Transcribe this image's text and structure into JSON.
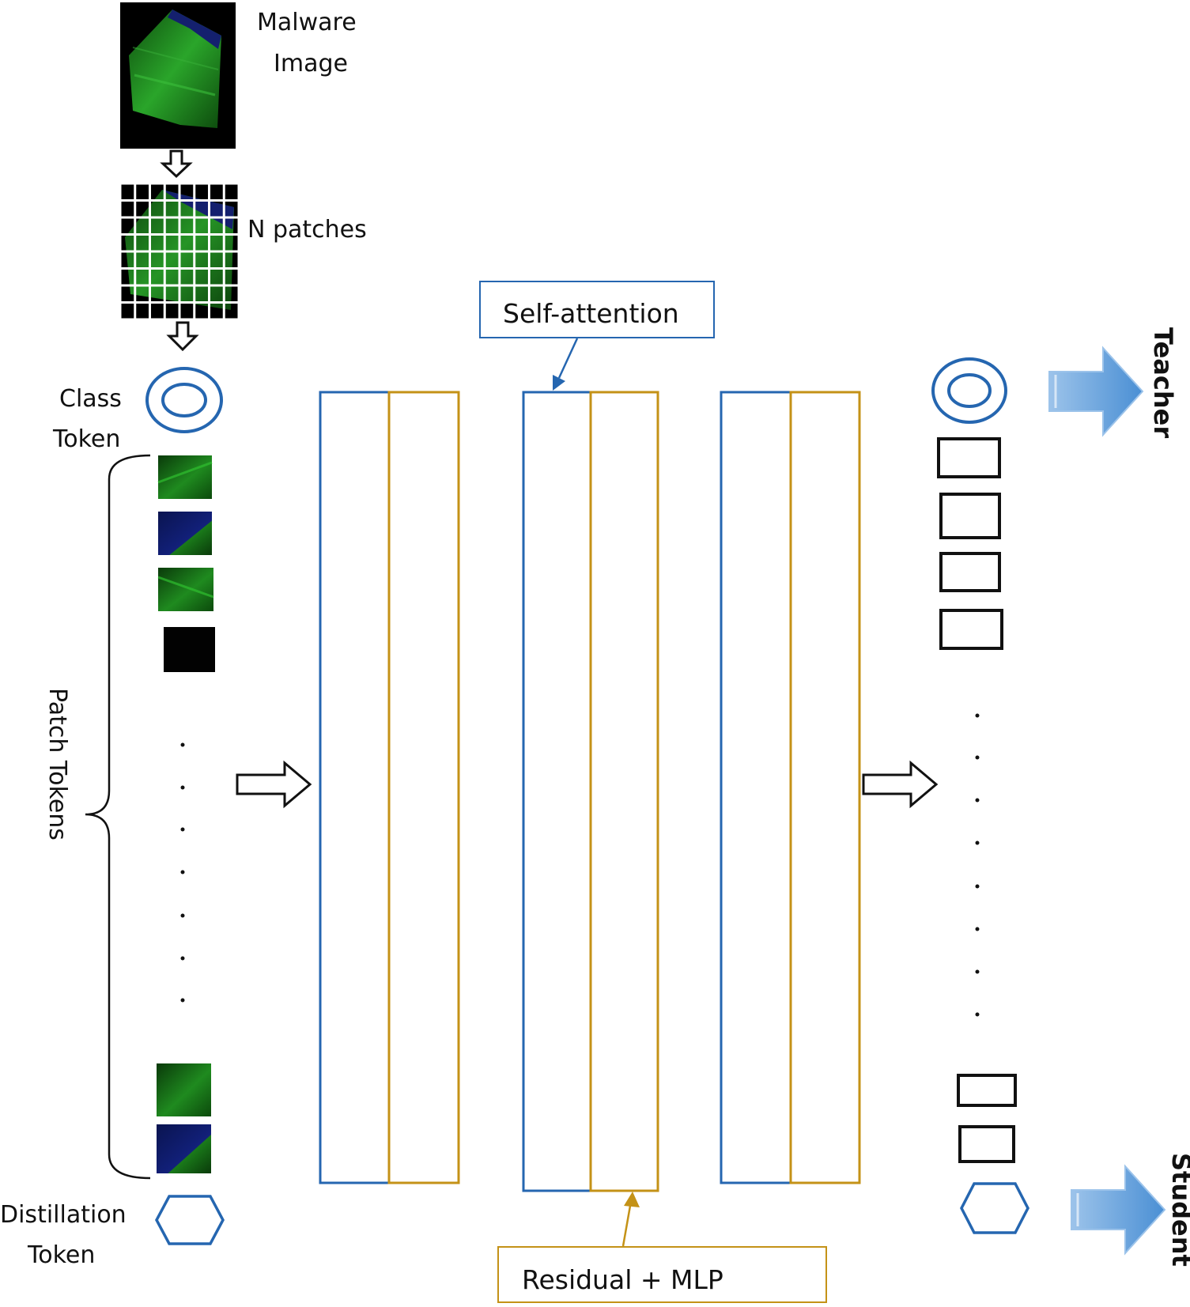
{
  "labels": {
    "malware_image_line1": "Malware",
    "malware_image_line2": "Image",
    "n_patches": "N patches",
    "class_token_line1": "Class",
    "class_token_line2": "Token",
    "patch_tokens": "Patch Tokens",
    "distillation_token_line1": "Distillation",
    "distillation_token_line2": "Token",
    "self_attention": "Self-attention",
    "residual_mlp": "Residual + MLP",
    "teacher": "Teacher",
    "student": "Student"
  },
  "colors": {
    "attention_blue": "#2566b0",
    "mlp_gold": "#c49217",
    "arrow_blue": "#5b9bd5",
    "patch_green": "#1f7a1f",
    "patch_blue": "#0b1a66",
    "outline": "#111111"
  },
  "icons": {
    "class_token": "ring-icon",
    "distillation_token": "hexagon-icon",
    "output_arrows": "block-arrow-right-icon"
  },
  "encoder_blocks": 3,
  "grid_cells_per_side": 8,
  "input_patch_tokens": [
    "green",
    "blue",
    "green",
    "black",
    "green",
    "blue"
  ],
  "output_patch_tokens": 6
}
